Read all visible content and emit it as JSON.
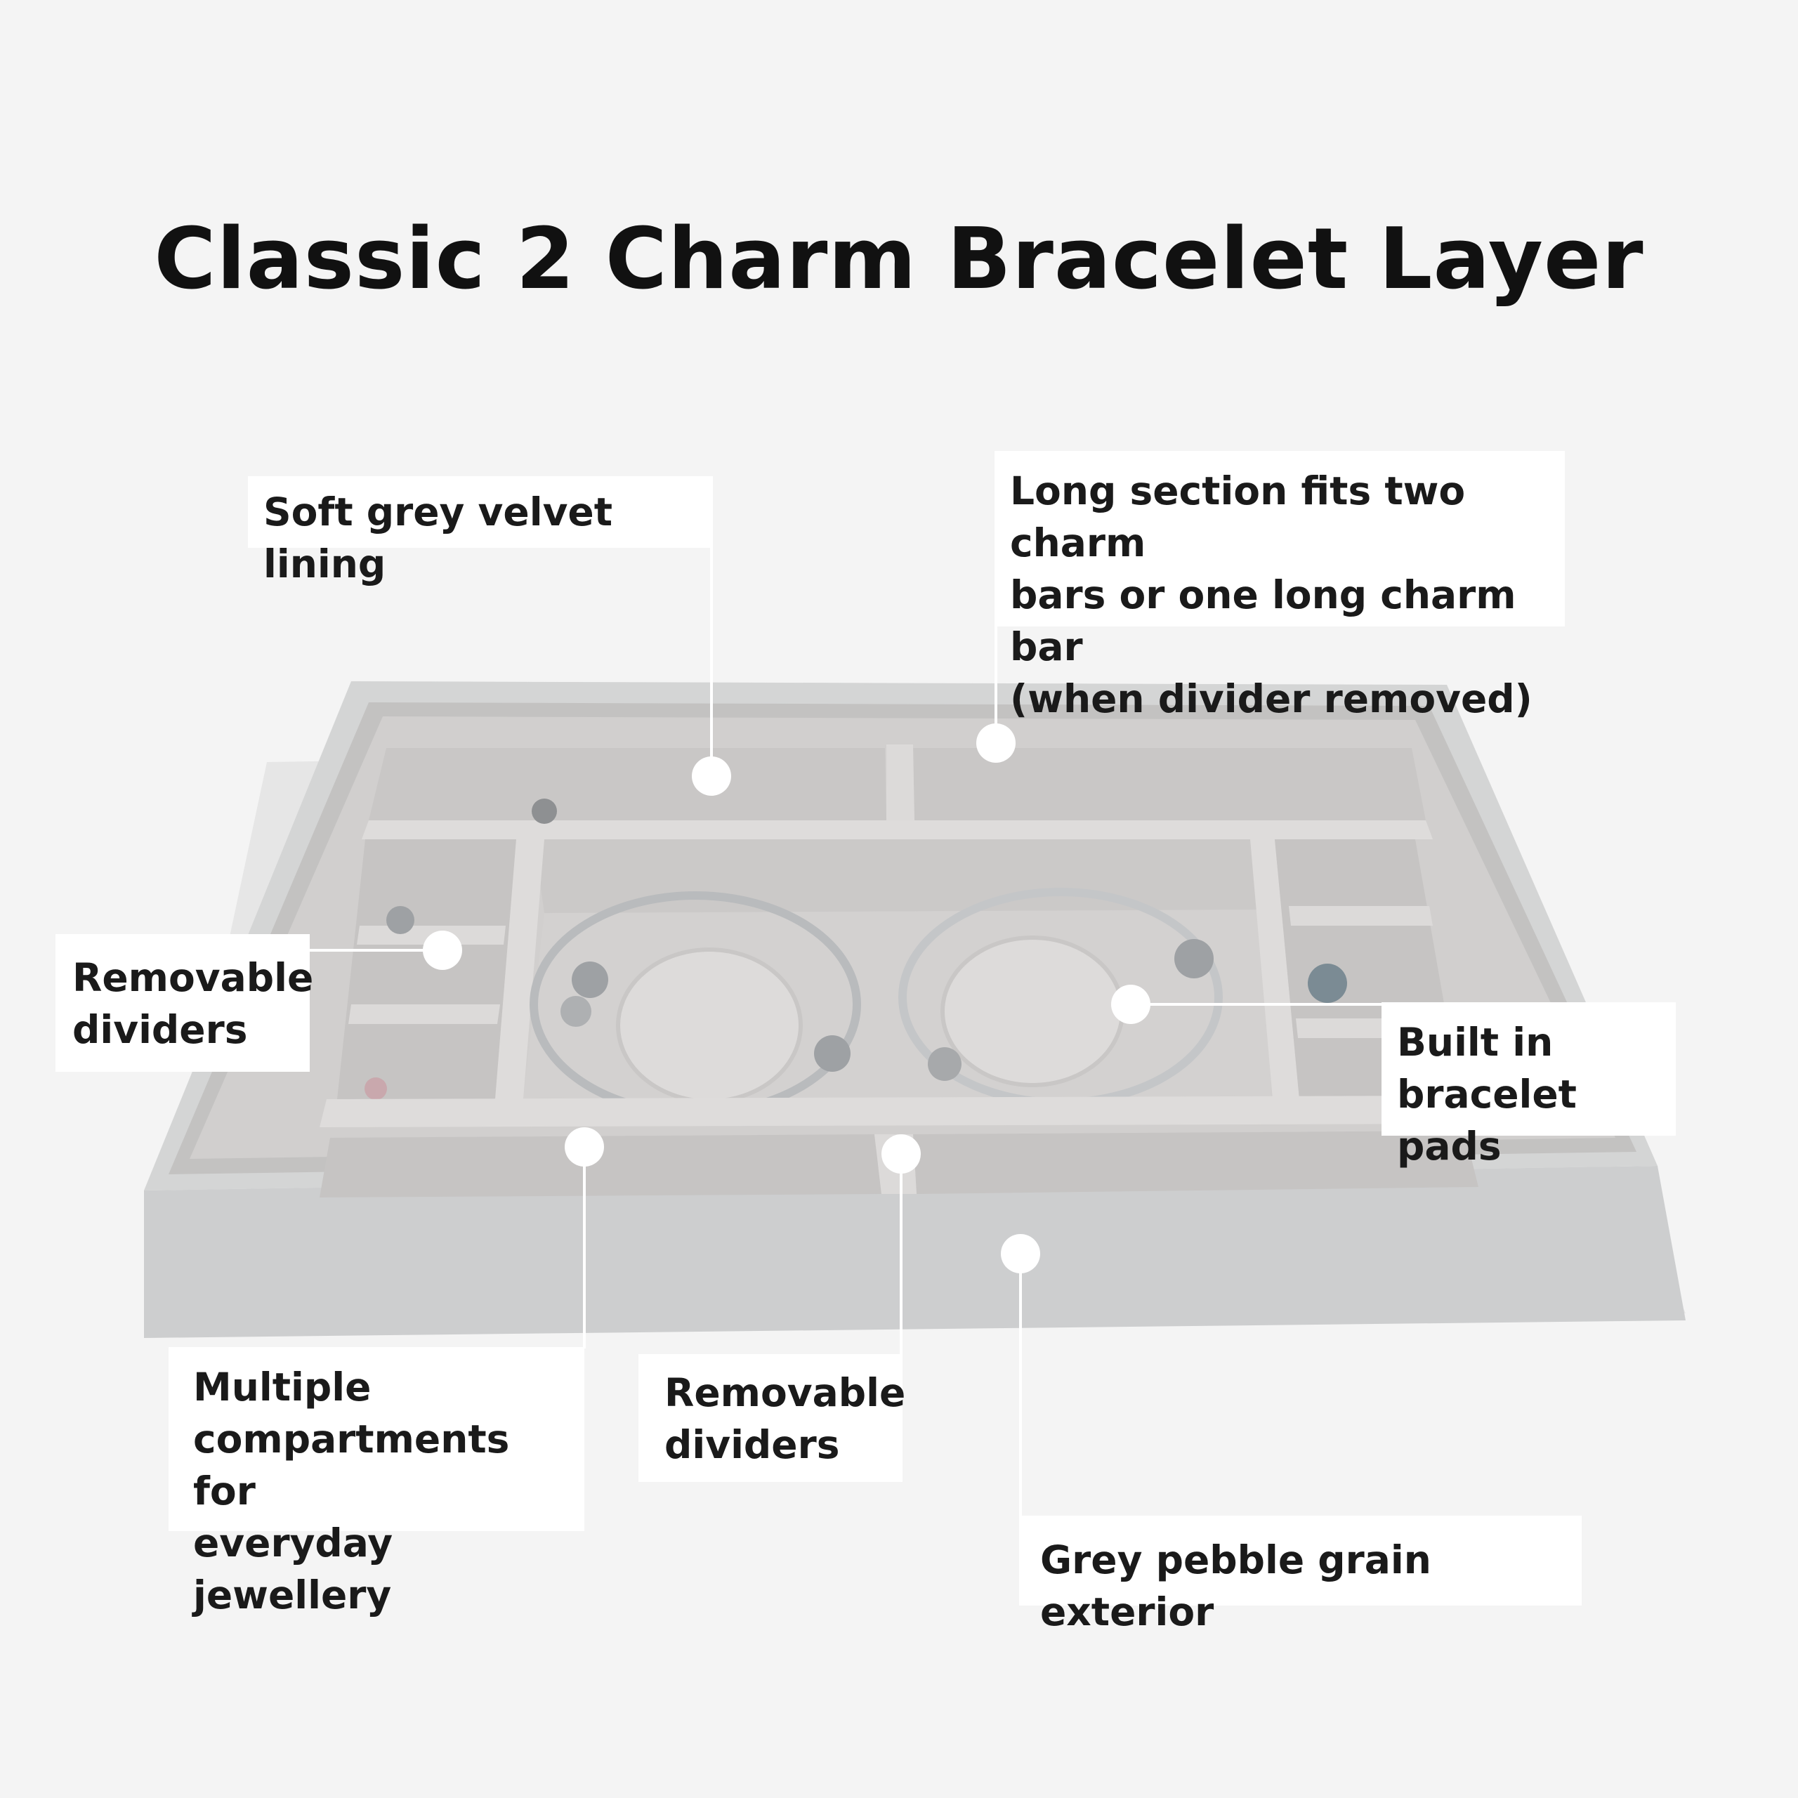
{
  "title": "Classic 2 Charm Bracelet Layer",
  "callouts": {
    "velvet_lining": "Soft grey velvet lining",
    "long_section": "Long section fits two charm\nbars or one long charm bar\n(when divider removed)",
    "removable_dividers_left": "Removable\ndividers",
    "bracelet_pads": "Built in\nbracelet pads",
    "multiple_compartments": "Multiple\ncompartments for\neveryday jewellery",
    "removable_dividers_bottom": "Removable\ndividers",
    "exterior": "Grey pebble grain exterior"
  },
  "colors": {
    "background": "#f4f4f4",
    "box_exterior": "#d2d3d3",
    "velvet": "#cfcdcc",
    "label_background": "#ffffff",
    "text": "#111111"
  }
}
